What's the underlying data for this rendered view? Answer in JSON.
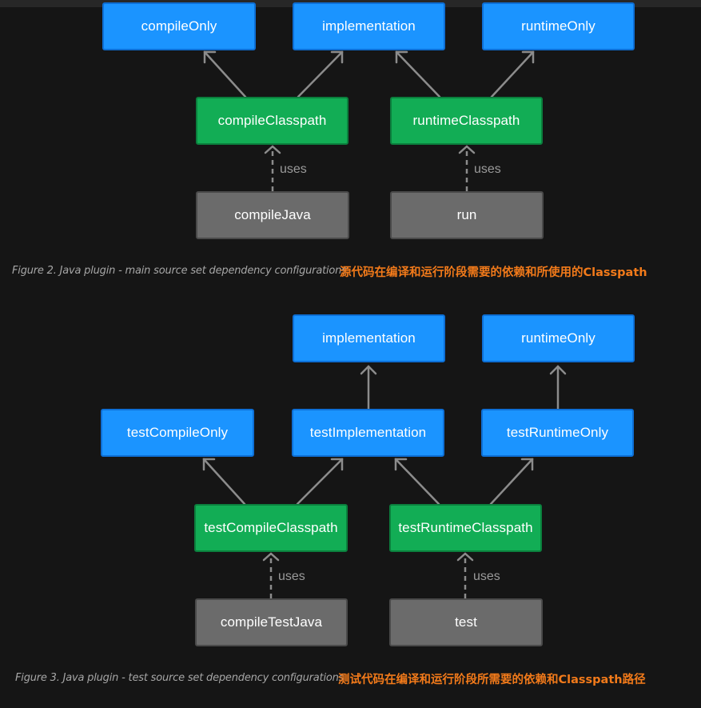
{
  "figure2": {
    "nodes": {
      "compileOnly": "compileOnly",
      "implementation": "implementation",
      "runtimeOnly": "runtimeOnly",
      "compileClasspath": "compileClasspath",
      "runtimeClasspath": "runtimeClasspath",
      "compileJava": "compileJava",
      "run": "run"
    },
    "uses_label": "uses",
    "caption": "Figure 2. Java plugin - main source set dependency configurations",
    "note": "源代码在编译和运行阶段需要的依赖和所使用的Classpath"
  },
  "figure3": {
    "nodes": {
      "implementation": "implementation",
      "runtimeOnly": "runtimeOnly",
      "testCompileOnly": "testCompileOnly",
      "testImplementation": "testImplementation",
      "testRuntimeOnly": "testRuntimeOnly",
      "testCompileClasspath": "testCompileClasspath",
      "testRuntimeClasspath": "testRuntimeClasspath",
      "compileTestJava": "compileTestJava",
      "test": "test"
    },
    "uses_label": "uses",
    "caption": "Figure 3. Java plugin - test source set dependency configurations",
    "note": "测试代码在编译和运行阶段所需要的依赖和Classpath路径"
  },
  "colors": {
    "configuration": "#1b94ff",
    "classpath": "#12ad55",
    "task": "#6b6b6b",
    "note": "#f27a1a",
    "background": "#151515"
  }
}
